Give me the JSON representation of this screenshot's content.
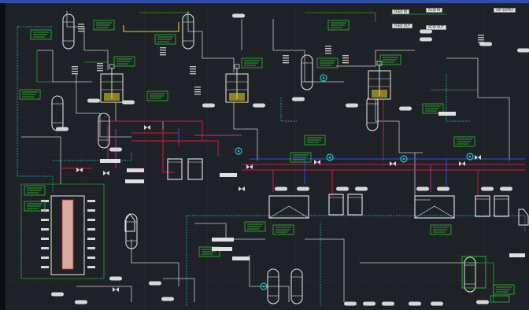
{
  "header_labels": [
    "FEED IN",
    "FEED OUT",
    "ACID IN",
    "ACID OUT",
    "AIR SUPPLY"
  ],
  "colors": {
    "background": "#1e2226",
    "grid": "#2a3035",
    "equipment": "#d8d8d8",
    "process_line": "#c8c8c8",
    "cyan_line": "#22c6c6",
    "green_line": "#2bd02b",
    "red_line": "#d41b3c",
    "blue_line": "#2a52d6",
    "yellow_line": "#e6d21b",
    "magenta_line": "#c030a0",
    "annotation_box": "#35d035",
    "top_bar": "#2f4fa8"
  }
}
